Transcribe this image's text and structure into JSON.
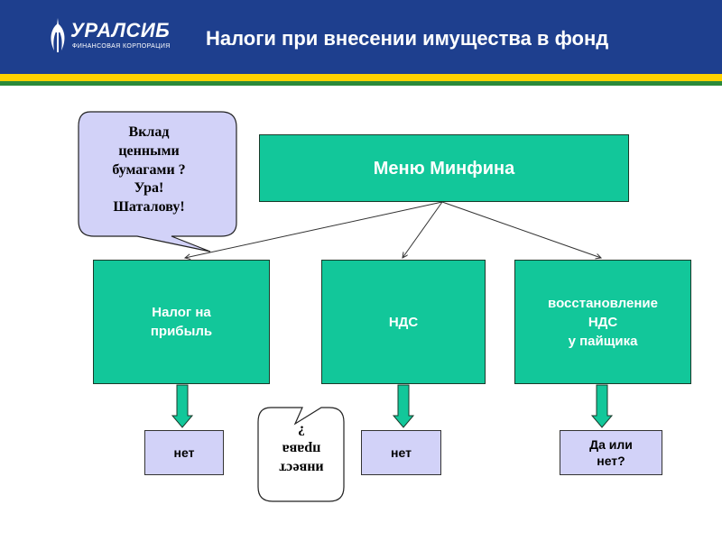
{
  "header": {
    "logo_name": "УРАЛСИБ",
    "logo_sub": "ФИНАНСОВАЯ КОРПОРАЦИЯ",
    "title": "Налоги при внесении имущества в фонд"
  },
  "diagram": {
    "top_box": "Меню Минфина",
    "boxes": [
      "Налог на\nприбыль",
      "НДС",
      "восстановление\nНДС\nу пайщика"
    ],
    "answers": [
      "нет",
      "нет",
      "Да или\nнет?"
    ],
    "bubble_1": "Вклад\nценными\nбумагами ?\nУра!\nШаталову!",
    "bubble_2": "инвест\nправа\n?"
  },
  "colors": {
    "header_bg": "#1e3f8e",
    "box_fill": "#12c79a",
    "answer_fill": "#d2d2f8",
    "bubble_fill": "#d2d2f8"
  }
}
